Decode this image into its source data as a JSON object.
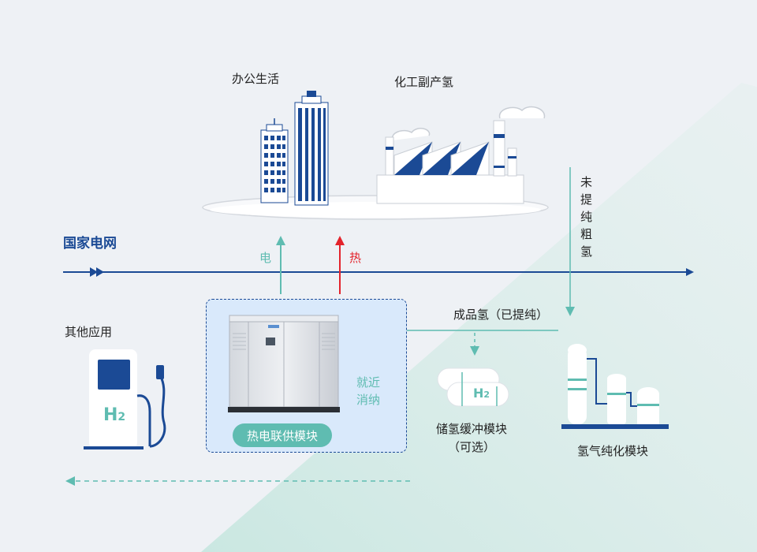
{
  "diagram": {
    "grid_label": "国家电网",
    "office_label": "办公生活",
    "chem_label": "化工副产氢",
    "electric_label": "电",
    "heat_label": "热",
    "crude_h2_chars": [
      "未",
      "提",
      "纯",
      "粗",
      "氢"
    ],
    "finished_h2_label": "成品氢（已提纯）",
    "other_apps_label": "其他应用",
    "chp_module_label": "热电联供模块",
    "local_consumption_line1": "就近",
    "local_consumption_line2": "消纳",
    "storage_label": "储氢缓冲模块",
    "storage_optional": "（可选）",
    "purification_label": "氢气纯化模块",
    "h2_main": "H",
    "h2_sub": "2"
  },
  "colors": {
    "background": "#eef1f5",
    "navy": "#1b4a95",
    "teal": "#5fbcb1",
    "red": "#e3232b",
    "box_fill": "#d9e9fb"
  }
}
